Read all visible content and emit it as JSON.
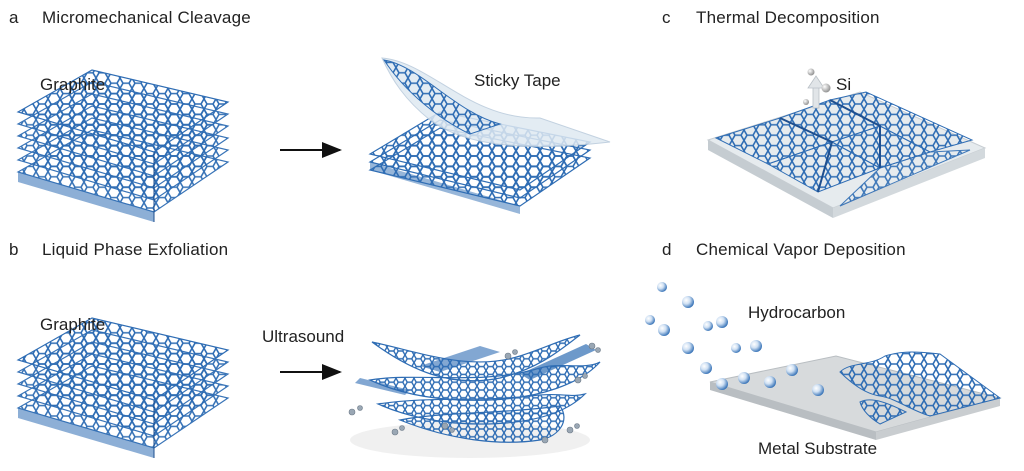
{
  "panels": {
    "a": {
      "letter": "a",
      "title": "Micromechanical Cleavage",
      "label_left": "Graphite",
      "label_right": "Sticky Tape"
    },
    "b": {
      "letter": "b",
      "title": "Liquid Phase Exfoliation",
      "label_left": "Graphite",
      "label_arrow": "Ultrasound"
    },
    "c": {
      "letter": "c",
      "title": "Thermal Decomposition",
      "label_atom": "Si"
    },
    "d": {
      "letter": "d",
      "title": "Chemical Vapor Deposition",
      "label_gas": "Hydrocarbon",
      "label_substrate": "Metal Substrate"
    }
  },
  "colors": {
    "graphene": "#2f6db4",
    "graphene_dark": "#1e4f8f",
    "tape": "#dfe9f2",
    "substrate": "#d9dcde",
    "silicon_atom": "#9a9a9a",
    "text": "#222222"
  }
}
